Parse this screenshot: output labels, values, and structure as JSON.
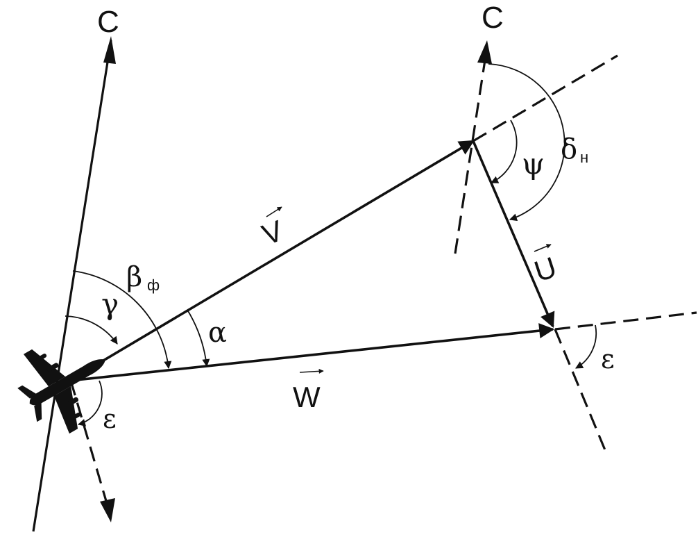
{
  "labels": {
    "north_left": "C",
    "north_right": "C",
    "beta": "β",
    "beta_sub": "ф",
    "gamma": "γ",
    "alpha": "α",
    "psi": "ψ",
    "delta": "δ",
    "delta_sub": "н",
    "eps_left": "ε",
    "eps_right": "ε",
    "vec_v": "V",
    "vec_u": "U",
    "vec_w": "W"
  },
  "colors": {
    "ink": "#111111",
    "background": "#ffffff"
  },
  "icons": {
    "aircraft": "airplane-icon"
  }
}
